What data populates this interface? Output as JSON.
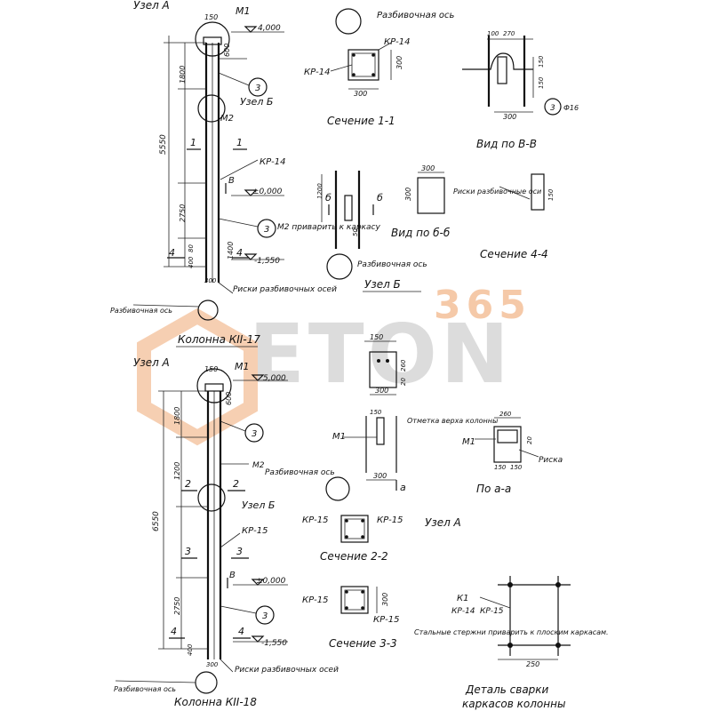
{
  "colors": {
    "ink": "#111111",
    "watermark_gray": "#d9d9d9",
    "watermark_orange": "#f5c9a8"
  },
  "watermark": {
    "number": "365",
    "word": "ETON"
  },
  "upper_column": {
    "node_a": "Узел А",
    "m1": "М1",
    "dim_150": "150",
    "elev_top": "4,000",
    "dim_600": "600",
    "dim_1800": "1800",
    "total_5550": "5550",
    "node_b": "Узел Б",
    "m2": "М2",
    "dim_2750": "2750",
    "section_1": "1",
    "kr14": "КР-14",
    "elev_zero": "±0,000",
    "view_v": "В",
    "callout_3": "3",
    "note_m2": "М2 приварить к каркасу",
    "dim_1400": "1400",
    "dim_80": "80",
    "dim_400": "400",
    "section_4": "4",
    "elev_bottom": "-1,550",
    "dim_300": "300",
    "marks_note": "Риски разбивочных осей",
    "axis": "Разбивочная ось",
    "title": "Колонна КII-17"
  },
  "section_1_1": {
    "axis": "Разбивочная ось",
    "kr14_a": "КР-14",
    "kr14_b": "КР-14",
    "dim_300h": "300",
    "dim_300v": "300",
    "title": "Сечение 1-1"
  },
  "view_v_v": {
    "dim_100": "100",
    "dim_270": "270",
    "dim_150a": "150",
    "dim_150b": "150",
    "dim_300": "300",
    "callout_3": "3",
    "rebar": "Ф16",
    "title": "Вид по В-В"
  },
  "view_b_b": {
    "dim_1200": "1200",
    "dim_50": "50",
    "mark_b": "б",
    "title": "Вид по б-б"
  },
  "section_4_4": {
    "dim_300": "300",
    "dim_300v": "300",
    "marks": "Риски разбивочные оси",
    "dim_150": "150",
    "title": "Сечение 4-4"
  },
  "node_b_block": {
    "axis": "Разбивочная ось",
    "title": "Узел Б"
  },
  "node_a_block": {
    "dim_150": "150",
    "dim_300": "300",
    "dim_260": "260",
    "dim_20": "20",
    "title": "Узел А"
  },
  "lower_column": {
    "node_a": "Узел А",
    "m1": "М1",
    "dim_150": "150",
    "elev_top": "5,000",
    "dim_600": "600",
    "dim_1800": "1800",
    "total_6550": "6550",
    "dim_1200": "1200",
    "node_b": "Узел Б",
    "m2": "М2",
    "section_2": "2",
    "section_3": "3",
    "kr15": "КР-15",
    "elev_zero": "±0,000",
    "view_v": "В",
    "callout_3": "3",
    "dim_2750": "2750",
    "section_4": "4",
    "elev_bottom": "-1,550",
    "dim_400": "400",
    "dim_300": "300",
    "marks_note": "Риски разбивочных осей",
    "axis": "Разбивочная ось",
    "title": "Колонна КII-18",
    "axis_mid": "Разбивочная ось"
  },
  "m1_detail": {
    "m1": "М1",
    "note": "Отметка верха колонны",
    "dim_150": "150",
    "dim_300": "300",
    "mark_a": "а"
  },
  "view_a_a": {
    "dim_260": "260",
    "m1": "М1",
    "dim_150a": "150",
    "dim_150b": "150",
    "dim_20": "20",
    "mark": "Риска",
    "title": "По а-а"
  },
  "section_2_2": {
    "kr15_a": "КР-15",
    "kr15_b": "КР-15",
    "title": "Сечение 2-2"
  },
  "section_3_3": {
    "kr15_a": "КР-15",
    "kr15_b": "КР-15",
    "dim_300": "300",
    "title": "Сечение 3-3"
  },
  "weld_detail": {
    "k1": "К1",
    "kr14": "КР-14",
    "kr15": "КР-15",
    "note": "Стальные стержни приварить к плоским каркасам.",
    "dim_250": "250",
    "title_1": "Деталь сварки",
    "title_2": "каркасов колонны"
  }
}
